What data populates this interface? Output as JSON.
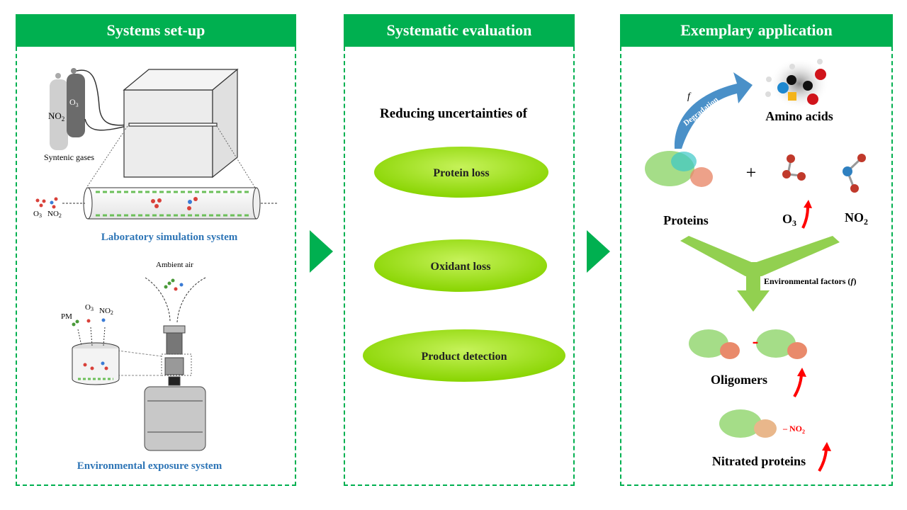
{
  "panels": [
    {
      "title": "Systems set-up"
    },
    {
      "title": "Systematic evaluation"
    },
    {
      "title": "Exemplary application"
    }
  ],
  "setup": {
    "gas_no2": "NO",
    "gas_o3": "O",
    "gases_label": "Syntenic gases",
    "inlet_o3": "O",
    "inlet_no2": "NO",
    "lab_system": "Laboratory simulation system",
    "ambient_air": "Ambient air",
    "pm": "PM",
    "o3": "O",
    "no2": "NO",
    "env_system": "Environmental exposure system",
    "sub2": "2",
    "sub3": "3"
  },
  "evaluation": {
    "heading": "Reducing uncertainties of",
    "items": [
      "Protein loss",
      "Oxidant loss",
      "Product detection"
    ]
  },
  "application": {
    "f_symbol": "f",
    "degradation": "Degradation",
    "amino_acids": "Amino  acids",
    "plus": "+",
    "proteins": "Proteins",
    "o3": "O",
    "no2": "NO",
    "sub2": "2",
    "sub3": "3",
    "env_factors": "Environmental  factors (",
    "env_f": "f",
    "env_close": ")",
    "dash": "-",
    "oligomers": "Oligomers",
    "nitro_label": "NO",
    "nitrated": "Nitrated  proteins"
  },
  "colors": {
    "header": "#00b050",
    "ellipse": "#92d800",
    "blue_label": "#2e75b6",
    "arrow_red": "#ff0000",
    "degradation_arrow": "#4a90c8",
    "y_arrow": "#92d050"
  }
}
